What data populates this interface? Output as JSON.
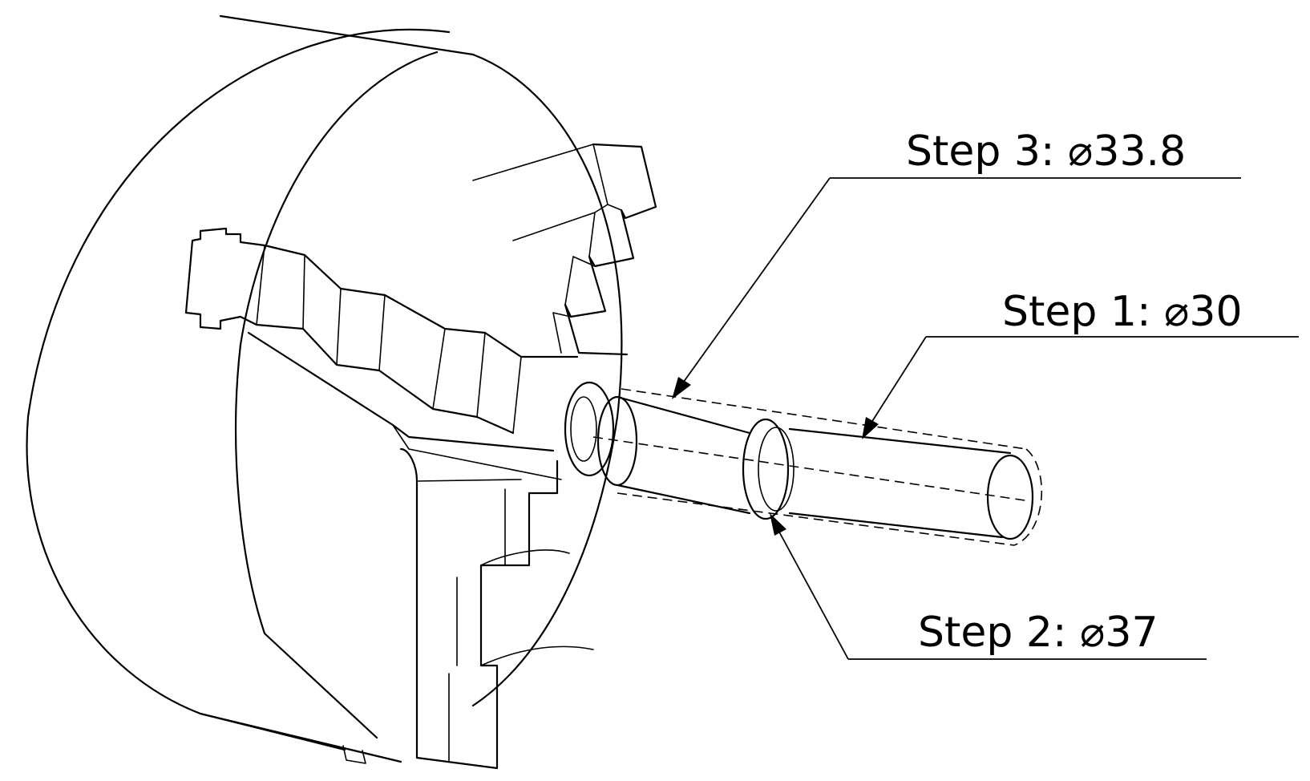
{
  "callouts": {
    "step3": "Step 3: ⌀33.8",
    "step1": "Step 1: ⌀30",
    "step2": "Step 2: ⌀37"
  },
  "colors": {
    "stroke": "#000000",
    "background": "#ffffff"
  }
}
